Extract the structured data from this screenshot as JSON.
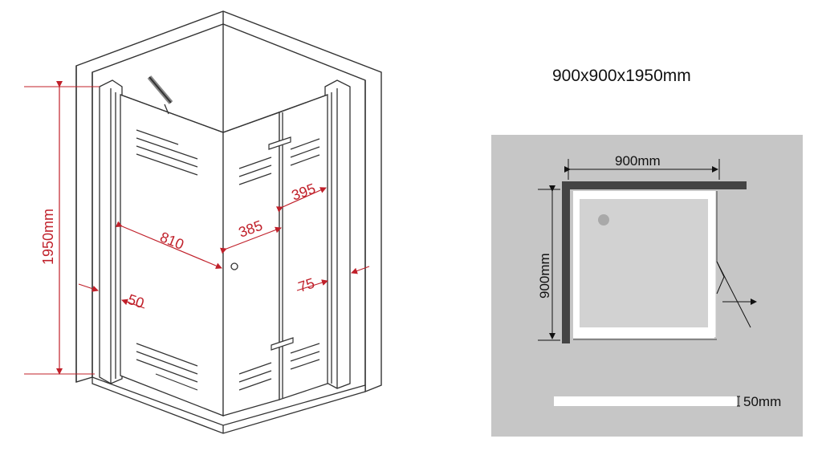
{
  "title": "900x900x1950mm",
  "perspective": {
    "height_label": "1950mm",
    "width_810": "810",
    "width_385": "385",
    "width_395": "395",
    "depth_50": "50",
    "depth_75": "75"
  },
  "plan": {
    "top_label": "900mm",
    "side_label": "900mm",
    "tray_label": "50mm"
  },
  "colors": {
    "dimension": "#c0202a",
    "wall": "#444444",
    "plan_bg": "#c6c6c6"
  }
}
